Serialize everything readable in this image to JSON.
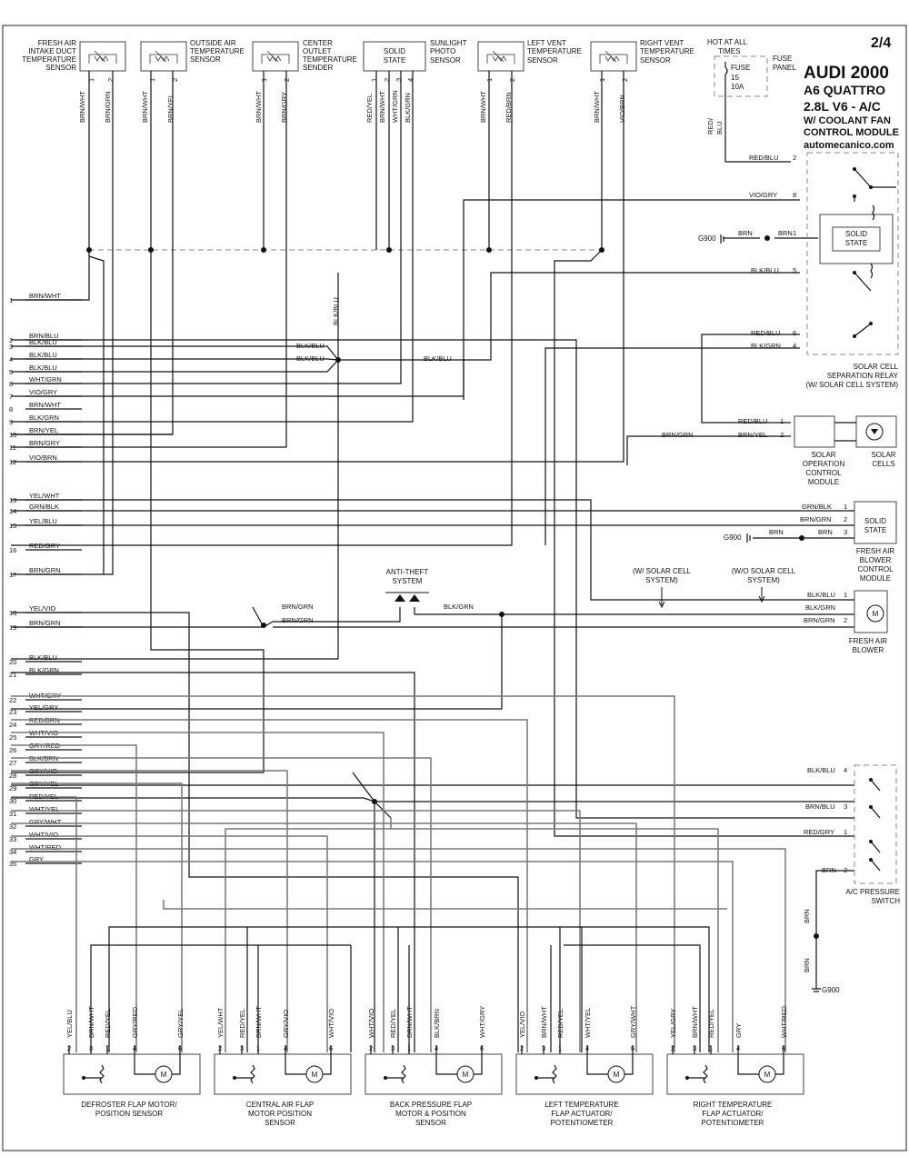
{
  "header": {
    "page": "2/4",
    "make_year": "AUDI 2000",
    "model": "A6 QUATTRO",
    "engine": "2.8L  V6  - A/C",
    "system": "W/ COOLANT FAN",
    "system2": "CONTROL MODULE",
    "site": "automecanico.com"
  },
  "fuse": {
    "hot_line1": "HOT AT ALL",
    "hot_line2": "TIMES",
    "fuse": "FUSE",
    "num": "15",
    "amps": "10A",
    "panel1": "FUSE",
    "panel2": "PANEL",
    "wire1": "RED/",
    "wire2": "BLU"
  },
  "top_components": [
    {
      "name1": "FRESH AIR",
      "name2": "INTAKE DUCT",
      "name3": "TEMPERATURE",
      "name4": "SENSOR",
      "w1": "BRN/WHT",
      "w2": "BRN/GRN",
      "p1": "1",
      "p2": "2"
    },
    {
      "name1": "OUTSIDE AIR",
      "name2": "TEMPERATURE",
      "name3": "SENSOR",
      "name4": "",
      "w1": "BRN/WHT",
      "w2": "BRN/YEL",
      "p1": "1",
      "p2": "2"
    },
    {
      "name1": "CENTER",
      "name2": "OUTLET",
      "name3": "TEMPERATURE",
      "name4": "SENDER",
      "w1": "BRN/WHT",
      "w2": "BRN/GRY",
      "p1": "1",
      "p2": "2"
    },
    {
      "name1": "SUNLIGHT",
      "name2": "PHOTO",
      "name3": "SENSOR",
      "name4": "",
      "w1": "RED/YEL",
      "w2": "BRN/WHT",
      "w3": "WHT/GRN",
      "w4": "BLK/GRN",
      "p1": "1",
      "p2": "2",
      "p3": "3",
      "p4": "4",
      "inner1": "SOLID",
      "inner2": "STATE"
    },
    {
      "name1": "LEFT VENT",
      "name2": "TEMPERATURE",
      "name3": "SENSOR",
      "name4": "",
      "w1": "BRN/WHT",
      "w2": "RED/BRN",
      "p1": "1",
      "p2": "2"
    },
    {
      "name1": "RIGHT VENT",
      "name2": "TEMPERATURE",
      "name3": "SENSOR",
      "name4": "",
      "w1": "BRN/WHT",
      "w2": "VIO/BRN",
      "p1": "1",
      "p2": "2"
    }
  ],
  "pins": [
    {
      "n": "1",
      "w": "BRN/WHT"
    },
    {
      "n": "2",
      "w": "BRN/BLU"
    },
    {
      "n": "3",
      "w": "BLK/BLU"
    },
    {
      "n": "4",
      "w": "BLK/BLU"
    },
    {
      "n": "5",
      "w": "BLK/BLU"
    },
    {
      "n": "6",
      "w": "WHT/GRN"
    },
    {
      "n": "7",
      "w": "VIO/GRY"
    },
    {
      "n": "8",
      "w": "BRN/WHT"
    },
    {
      "n": "9",
      "w": "BLK/GRN"
    },
    {
      "n": "10",
      "w": "BRN/YEL"
    },
    {
      "n": "11",
      "w": "BRN/GRY"
    },
    {
      "n": "12",
      "w": "VIO/BRN"
    },
    {
      "n": "13",
      "w": "YEL/WHT"
    },
    {
      "n": "14",
      "w": "GRN/BLK"
    },
    {
      "n": "15",
      "w": "YEL/BLU"
    },
    {
      "n": "16",
      "w": "RED/GRY"
    },
    {
      "n": "17",
      "w": "BRN/GRN"
    },
    {
      "n": "18",
      "w": "YEL/VIO"
    },
    {
      "n": "19",
      "w": "BRN/GRN"
    },
    {
      "n": "20",
      "w": "BLK/BLU"
    },
    {
      "n": "21",
      "w": "BLK/GRN"
    },
    {
      "n": "22",
      "w": "WHT/GRY"
    },
    {
      "n": "23",
      "w": "YEL/GRY"
    },
    {
      "n": "24",
      "w": "RED/BRN"
    },
    {
      "n": "25",
      "w": "WHT/VIO"
    },
    {
      "n": "26",
      "w": "GRY/RED"
    },
    {
      "n": "27",
      "w": "BLK/BRN"
    },
    {
      "n": "28",
      "w": "GRY/VIO"
    },
    {
      "n": "29",
      "w": "GRY/YEL"
    },
    {
      "n": "30",
      "w": "RED/YEL"
    },
    {
      "n": "31",
      "w": "WHT/YEL"
    },
    {
      "n": "32",
      "w": "GRY/WHT"
    },
    {
      "n": "33",
      "w": "WHT/VIO"
    },
    {
      "n": "34",
      "w": "WHT/RED"
    },
    {
      "n": "35",
      "w": "GRY"
    }
  ],
  "relay": {
    "name1": "SOLAR CELL",
    "name2": "SEPARATION RELAY",
    "name3": "(W/ SOLAR CELL SYSTEM)",
    "inner1": "SOLID",
    "inner2": "STATE",
    "ground": "G900",
    "pins": [
      {
        "w": "RED/BLU",
        "n": "2"
      },
      {
        "w": "VIO/GRY",
        "n": "8"
      },
      {
        "w": "BRN",
        "n": "1"
      },
      {
        "w": "BLK/BLU",
        "n": "5"
      },
      {
        "w": "RED/BLU",
        "n": "6"
      },
      {
        "w": "BLK/GRN",
        "n": "4"
      }
    ],
    "gnd_wire": "BRN"
  },
  "solar_module": {
    "name1": "SOLAR",
    "name2": "OPERATION",
    "name3": "CONTROL",
    "name4": "MODULE",
    "cells1": "SOLAR",
    "cells2": "CELLS",
    "pins": [
      {
        "w": "RED/BLU",
        "n": "1"
      },
      {
        "w": "BRN/YEL",
        "n": "2"
      }
    ],
    "in_wire": "BRN/GRN"
  },
  "blower_module": {
    "name1": "FRESH AIR",
    "name2": "BLOWER",
    "name3": "CONTROL",
    "name4": "MODULE",
    "inner1": "SOLID",
    "inner2": "STATE",
    "ground": "G900",
    "pins": [
      {
        "w": "GRN/BLK",
        "n": "1"
      },
      {
        "w": "BRN/GRN",
        "n": "2"
      },
      {
        "w": "BRN",
        "n": "3"
      }
    ],
    "gnd_wire": "BRN"
  },
  "blower": {
    "name1": "FRESH AIR",
    "name2": "BLOWER",
    "pins": [
      {
        "w": "BLK/BLU",
        "n": "1"
      },
      {
        "w": "BLK/GRN",
        "n": ""
      },
      {
        "w": "BRN/GRN",
        "n": "2"
      }
    ],
    "with_solar1": "(W/ SOLAR CELL",
    "with_solar2": "SYSTEM)",
    "without_solar1": "(W/O SOLAR CELL",
    "without_solar2": "SYSTEM)"
  },
  "anti_theft": {
    "l1": "ANTI-THEFT",
    "l2": "SYSTEM"
  },
  "mid_labels": {
    "blk_blu_v": "BLK/BLU",
    "blk_blu_a": "BLK/BLU",
    "blk_blu_b": "BLK/BLU",
    "blk_blu_c": "BLK/BLU",
    "brn_grn_a": "BRN/GRN",
    "brn_grn_b": "BRN/GRN",
    "blk_grn": "BLK/GRN"
  },
  "pressure_switch": {
    "name1": "A/C PRESSURE",
    "name2": "SWITCH",
    "ground": "G900",
    "pins": [
      {
        "w": "BLK/BLU",
        "n": "4"
      },
      {
        "w": "BRN/BLU",
        "n": "3"
      },
      {
        "w": "RED/GRY",
        "n": "1"
      },
      {
        "w": "BRN",
        "n": "2"
      }
    ],
    "gnd_wire1": "BRN",
    "gnd_wire2": "BRN"
  },
  "bottom_components": [
    {
      "name1": "DEFROSTER FLAP MOTOR/",
      "name2": "POSITION SENSOR",
      "name3": "",
      "wires": [
        "YEL/BLU",
        "BRN/WHT",
        "RED/YEL",
        "GRY/RED",
        "GRY/YEL"
      ],
      "pins": [
        "2",
        "3",
        "1",
        "4",
        "6"
      ]
    },
    {
      "name1": "CENTRAL AIR FLAP",
      "name2": "MOTOR POSITION",
      "name3": "SENSOR",
      "wires": [
        "YEL/WHT",
        "RED/YEL",
        "BRN/WHT",
        "GRY/VIO",
        "WHT/VIO"
      ],
      "pins": [
        "2",
        "3",
        "1",
        "4",
        "6"
      ]
    },
    {
      "name1": "BACK PRESSURE FLAP",
      "name2": "MOTOR & POSITION",
      "name3": "SENSOR",
      "wires": [
        "WHT/VIO",
        "RED/YEL",
        "BRN/WHT",
        "BLK/BRN",
        "WHT/GRY"
      ],
      "pins": [
        "2",
        "3",
        "1",
        "4",
        "6"
      ]
    },
    {
      "name1": "LEFT TEMPERATURE",
      "name2": "FLAP ACTUATOR/",
      "name3": "POTENTIOMETER",
      "wires": [
        "YEL/VIO",
        "BRN/WHT",
        "RED/YEL",
        "WHT/YEL",
        "GRY/WHT"
      ],
      "pins": [
        "2",
        "3",
        "1",
        "4",
        "6"
      ]
    },
    {
      "name1": "RIGHT TEMPERATURE",
      "name2": "FLAP ACTUATOR/",
      "name3": "POTENTIOMETER",
      "wires": [
        "YEL/GRY",
        "BRN/WHT",
        "RED/YEL",
        "GRY",
        "WHT/RED"
      ],
      "pins": [
        "2",
        "3",
        "1",
        "4",
        "6"
      ]
    }
  ],
  "motor_symbol": "M"
}
